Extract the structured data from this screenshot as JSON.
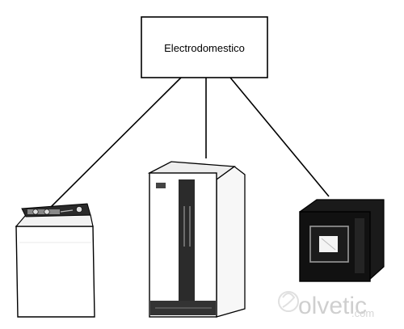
{
  "diagram": {
    "root_label": "Electrodomestico",
    "children": [
      {
        "name": "washing-machine-icon"
      },
      {
        "name": "refrigerator-icon"
      },
      {
        "name": "microwave-icon"
      }
    ]
  },
  "watermark": {
    "text": "olvetic",
    "tld": ".com"
  },
  "colors": {
    "line": "#000000",
    "background": "#ffffff",
    "watermark": "#cfcfcf"
  }
}
